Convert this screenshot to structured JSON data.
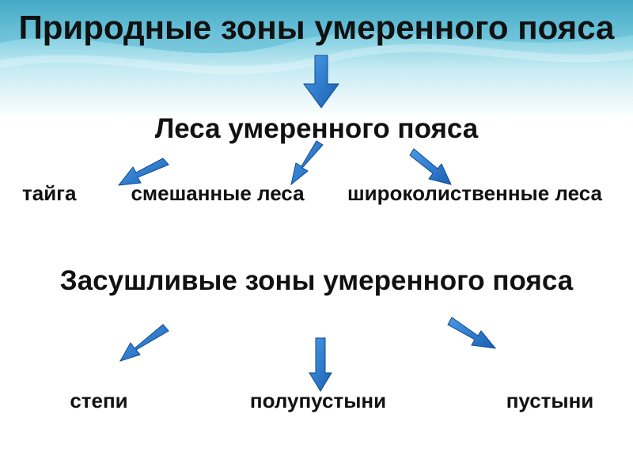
{
  "title": "Природные зоны умеренного пояса",
  "forests": {
    "heading": "Леса умеренного пояса",
    "items": [
      "тайга",
      "смешанные леса",
      "широколиственные леса"
    ]
  },
  "dry_zones": {
    "heading": "Засушливые зоны умеренного пояса",
    "items": [
      "степи",
      "полупустыни",
      "пустыни"
    ]
  },
  "colors": {
    "arrow": "#1a6ec8",
    "arrow_outline": "#0d4a90",
    "text": "#111111",
    "band": "#2a9ab8"
  }
}
